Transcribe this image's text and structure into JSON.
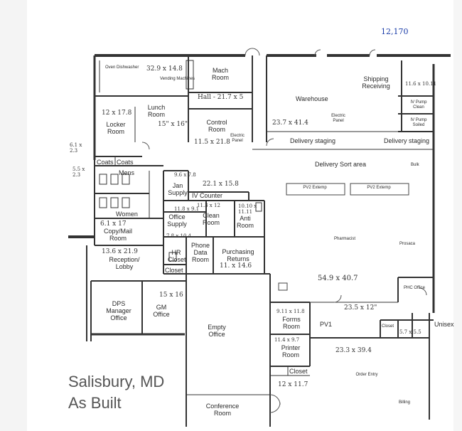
{
  "sheet_number": "12,170",
  "title": {
    "line1": "Salisbury, MD",
    "line2": "As Built"
  },
  "rooms": {
    "break": "Oven Dishwasher",
    "vending": "Vending Machines",
    "mach_room": "Mach Room",
    "hall": "Hall - 21.7 x 5",
    "lunch_room": "Lunch Room",
    "lunch_dim": "15\" x 16\"",
    "locker_room": "Locker Room",
    "locker_dim": "12 x 17.8",
    "control_room": "Control Room",
    "control_dim": "11.5 x 21.8",
    "electric_panel": "Electric Panel",
    "warehouse": "Warehouse",
    "warehouse_dim": "23.7 x 41.4",
    "electric_panel_2": "Electric Panel",
    "shipping": "Shipping Receiving",
    "shipping_dim": "11.6 x 10.11",
    "iv_pump_clean": "IV Pump Clean",
    "iv_pump_soiled": "IV Pump Soiled",
    "delivery_staging_1": "Delivery staging",
    "delivery_staging_2": "Delivery staging",
    "delivery_sort": "Delivery Sort area",
    "coats_1": "Coats",
    "coats_2": "Coats",
    "mens": "Mens",
    "womens": "Women",
    "jan_supply": "Jan Supply",
    "jan_dim": "9.6 x 7.8",
    "iv_counter": "IV Counter",
    "iv_counter_dim": "22.1 x 15.8",
    "clean_room": "Clean Room",
    "clean_dim": "11.3 x 12",
    "anti_room": "Anti Room",
    "anti_dim": "10.10 x 11.11",
    "office_supply": "Office Supply",
    "copy_mail": "Copy/Mail Room",
    "copy_dim": "6.1 x 17",
    "pv2_1": "PV2 Extemp",
    "pv2_2": "PV2 Extemp",
    "pharmacist": "Pharmacist",
    "prosaca": "Prosaca",
    "hr_closet": "HR Closet",
    "phone_data": "Phone Data Room",
    "purchasing": "Purchasing Returns",
    "purchasing_dim": "11. x 14.6",
    "reception": "Reception/ Lobby",
    "reception_dim": "13.6 x 21.9",
    "closet_1": "Closet",
    "big_dim": "54.9 x 40.7",
    "dps_manager": "DPS Manager Office",
    "gm_office": "GM Office",
    "gm_dim": "15 x 16",
    "empty_office": "Empty Office",
    "forms_room": "Forms Room",
    "forms_dim": "9.11 x 11.8",
    "dim_23_5": "23.5 x 12\"",
    "pv1": "PV1",
    "closet_2": "Closet",
    "phc_office": "PHC Office",
    "unisex": "Unisex",
    "printer_room": "Printer Room",
    "printer_dim": "11.4 x 9.7",
    "order_dim": "23.3 x 39.4",
    "closet_3": "Closet",
    "order_entry": "Order Entry",
    "order_entry_dim": "12 x 11.7",
    "conference": "Conference Room",
    "billing": "Billing",
    "bulk": "Bulk"
  },
  "margin_notes": {
    "n1": "6.1 x 2.3",
    "n2": "5.5 x 2.3",
    "n3": "11.8 x 9.1",
    "n4": "7.8 x 10.4",
    "n5": "5.7 x 5.5"
  }
}
